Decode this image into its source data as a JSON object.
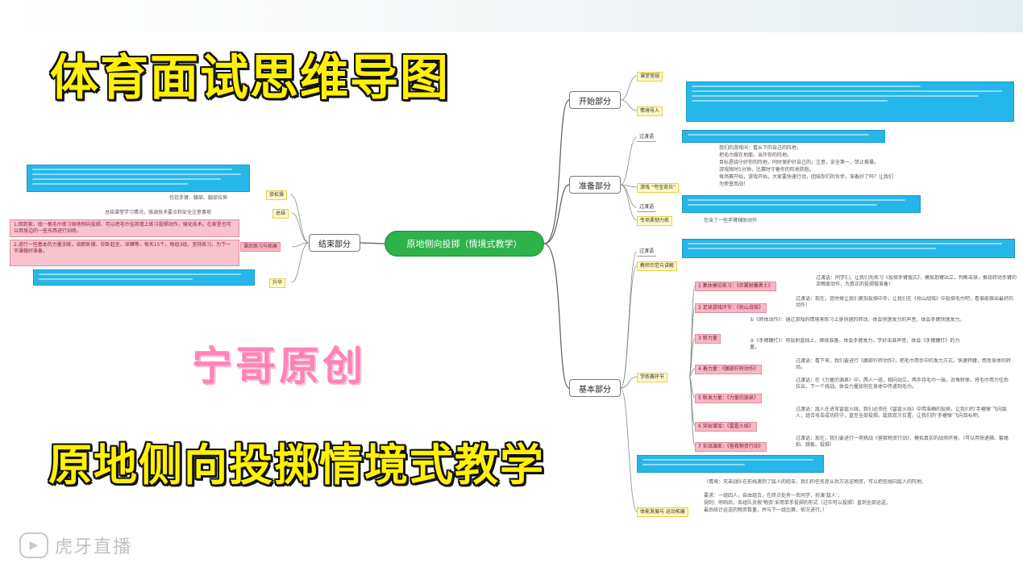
{
  "title": "体育面试思维导图",
  "subtitle": "原地侧向投掷情境式教学",
  "original_badge": "宁哥原创",
  "watermark": {
    "icon": "video-logo-icon",
    "text": "虎牙直播"
  },
  "mindmap": {
    "root": "原地侧向投掷（情境式教学）",
    "start": {
      "label": "开始部分",
      "tags": [
        "课堂常规",
        "情境导入"
      ]
    },
    "prep": {
      "label": "准备部分",
      "tags": [
        "过渡语",
        "游戏 “夺宝奇兵”",
        "过渡语",
        "专项柔韧力练"
      ],
      "game_lines": [
        "我们的游戏叫：看从下的自己的阵地，",
        "把毛巾摆在地面，当作你的阵地。",
        "目标是绕守好你的阵地，同时保护好自己的，注意，安全第一，禁止推搡。",
        "游戏限时5分钟，比赛时守着你的阵地获胜。",
        "每场赛开始，游戏开始，大家要快速行动，团结你们的伙伴，准备好了吗？让我们",
        "为荣誉而战！"
      ],
      "drill_note": "包含了一些手臂辅助动作"
    },
    "basic": {
      "label": "基本部分",
      "tags": [
        "过渡语",
        "教师示范与讲解",
        "学练赛环节",
        "体能发展与 运动拓展"
      ],
      "steps": [
        "1 集体模仿练习：《巨翼射雕勇士》",
        "2 足球游戏环节：《抢山战铭》",
        "3 新力量",
        "4 着力量：《腰部拧转动作》",
        "5 新发力量：《力量的源泉》",
        "6 突出增加：《雷霆火线》",
        "7 实战演练：《营救物资行动》"
      ],
      "step_notes": [
        "过渡语：同学们，让我们先练习《投掷手臂摆式》，模拟抱臂站立，判断击球，推铅转动手臂的流畅度动作，为真正的投掷做准备！",
        "过渡语：现在，是时候让我们更加投掷中手，让我们在《抢山战铭》中投掷毛巾吧，看谁能做出最好的动作！",
        "①《转体动作》：通过游戏的情境来练习上身快速的转动，体会快速发力的声音，体会手臂快速发力。",
        "②《手臂鞭打》：将投射直线上，继续准备，体会手臂发力，学好击准声音，体会《手臂鞭打》的力量。",
        "过渡语：看下来，我们要进行《腰部拧转动作》，把毛巾用手中的发力方式，快速转腰，感受身体的转动。",
        "过渡语：在《力量的源泉》中，两人一组，相向站立，两手持毛巾一端，对角转体，将毛巾用力往后拉出，下一个挑战。体会力量如何在身体中传递到毛巾。",
        "过渡语：敌人在进攻雷霆火线，我们必须在《雷霆火线》中用准确的投掷，让我们的‘手榴弹’飞向敌人，组合攻击成功防守，直至全部投掷。敌我双方位置，让我们的‘手榴弹’飞向目标吧。",
        "过渡语：现在，我们要进行一项挑战《营救物资行动》，模拟真实的战场环境，（可以用快递箱、套路拍、跳板、投掷）"
      ],
      "fitness_lines": [
        "（情境：兄弟战队在前线遇到了敌人的阻击，我们的任务是从后方运送物资，可以把信抛向敌人的阵地。",
        "要求：一组四人，自由组合，在终点处有一名同学，扮演‘敌人’，",
        "规则：哨响后，各组队员按‘物资’采用单手投掷的形式（过中可以投掷）直到全部运送，",
        "最后统计运送的物资数量，并与下一组比赛，依次进行。）"
      ]
    },
    "end": {
      "label": "结束部分",
      "tags": [
        "放松操",
        "总结",
        "课后练习与拓展",
        "升华"
      ],
      "summary_lines": [
        "包括手臂、腰部、腿部拉伸",
        "总结课堂学习情况，强调技术要点和安全注意事项"
      ],
      "homework": [
        "1.回到家，找一根毛巾练习原地侧向投掷，可以把毛巾挂到墙上练习投掷动作，强化技术。在家里也可以用身边的一些东西进行训练。",
        "2.进行一些基本的力量训练，如俯卧撑、仰卧起坐、深蹲等，每天15个，每组3组，坚持练习，为下一节课做好准备。"
      ]
    }
  }
}
